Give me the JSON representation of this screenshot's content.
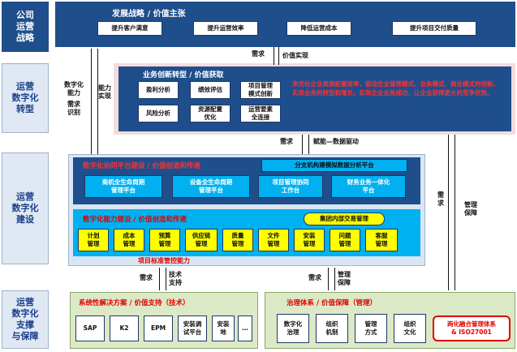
{
  "bands": {
    "strategy": "公司\n运营\n战略",
    "transform": "运营\n数字化\n转型",
    "build": "运营\n数字化\n建设",
    "support": "运营\n数字化\n支撑\n与保障"
  },
  "top": {
    "title": "发展战略 / 价值主张",
    "items": [
      "提升客户满意",
      "提升运营效率",
      "降低运营成本",
      "提升项目交付质量"
    ]
  },
  "transform": {
    "title": "业务创新转型 / 价值获取",
    "boxes": [
      "盈利分析",
      "绩效评估",
      "项目管理\n模式创新",
      "风险分析",
      "资源配置\n优化",
      "运营要素\n全连接"
    ],
    "text": "来优化企业资源配置效率，驱动企业管理模式、业务模式、商业模式的创新，实现业务的转型和增长，实现企业业务成功，让企业获得更大的竞争优势。"
  },
  "left_labels": {
    "digital_capability": "数字化\n能力",
    "demand_identify": "需求\n识别",
    "ability_realize": "能力\n实现"
  },
  "mid_arrows": {
    "demand": "需求",
    "value_realize": "价值实现",
    "demand2": "需求",
    "empower": "赋能—数据驱动"
  },
  "build": {
    "platform_title": "数字化协同平台建设 / 价值创造和传递",
    "platform_right": "分支机构建模拟数据分析平台",
    "platforms": [
      "商机全生命周期\n管理平台",
      "设备全生命周期\n管理平台",
      "项目管理协同\n工作台",
      "财务业务一体化\n平台"
    ],
    "capability_title": "数字化能力建设 / 价值创造和传递",
    "capability_right": "集团内部交易管理",
    "capabilities": [
      "计划\n管理",
      "成本\n管理",
      "预算\n管理",
      "供应链\n管理",
      "质量\n管理",
      "文件\n管理",
      "安装\n管理",
      "问题\n管理",
      "客服\n管理"
    ],
    "footer": "项目标准管控能力"
  },
  "right_labels": {
    "demand": "需求",
    "mgmt_guarantee": "管理\n保障"
  },
  "support_arrows": {
    "demand": "需求",
    "tech_support": "技术\n支持",
    "demand2": "需求",
    "mgmt_guarantee": "管理\n保障"
  },
  "solutions": {
    "title": "系统性解决方案 / 价值支持（技术）",
    "items": [
      "SAP",
      "K2",
      "EPM",
      "安装调\n试平台",
      "安装\n地",
      "…"
    ]
  },
  "governance": {
    "title": "治理体系 / 价值保障（管理）",
    "items": [
      "数字化\n治理",
      "组织\n机制",
      "管理\n方式",
      "组织\n文化"
    ],
    "special": "两化融合管理体系\n& ISO27001"
  },
  "colors": {
    "dark_blue": "#1f4e8c",
    "cyan": "#00b0f0",
    "yellow": "#ffff00",
    "red": "#e00000",
    "light_green": "#dce9c6"
  }
}
